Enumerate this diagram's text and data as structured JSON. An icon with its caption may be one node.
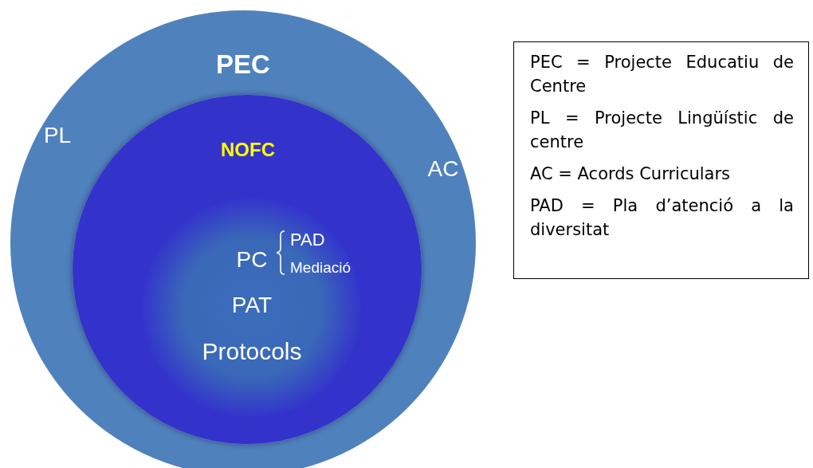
{
  "diagram": {
    "nodes": [
      {
        "text": [
          "PEC",
          "PL",
          "AC"
        ]
      },
      {
        "text": [
          "NOFC"
        ],
        "in": 0
      },
      {
        "text": [
          "PC",
          "PAD",
          "Mediació",
          "PAT",
          "Protocols"
        ],
        "in": 1
      },
      {
        "text": [
          "PEC = Projecte Educatiu de Centre",
          "PL = Projecte Lingüístic de centre",
          "AC = Acords Curriculars",
          "PAD = Pla d’atenció a la diversitat"
        ]
      }
    ],
    "edges": []
  }
}
